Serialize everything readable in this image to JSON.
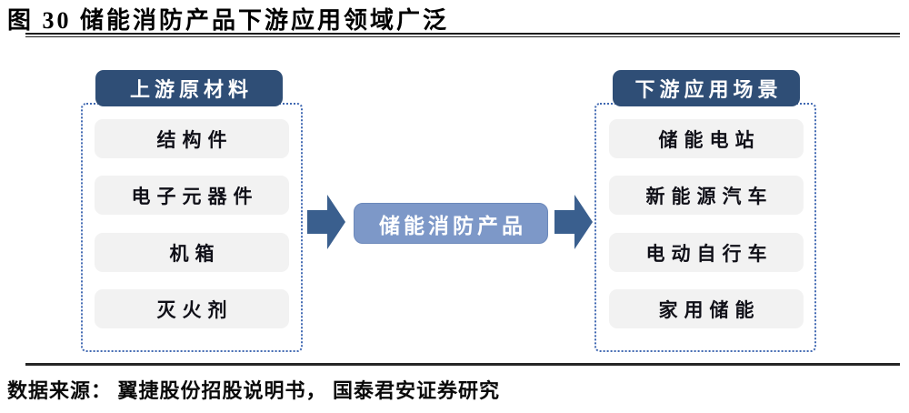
{
  "figure": {
    "title": "图 30 储能消防产品下游应用领域广泛",
    "source": "数据来源： 翼捷股份招股说明书， 国泰君安证券研究"
  },
  "diagram": {
    "upstream": {
      "header": "上游原材料",
      "items": [
        "结构件",
        "电子元器件",
        "机箱",
        "灭火剂"
      ]
    },
    "center": {
      "label": "储能消防产品"
    },
    "downstream": {
      "header": "下游应用场景",
      "items": [
        "储能电站",
        "新能源汽车",
        "电动自行车",
        "家用储能"
      ]
    }
  },
  "colors": {
    "header_bg": "#2F4E76",
    "center_bg": "#7D98C8",
    "arrow": "#3A5F8E",
    "dotted_border": "#4169B2",
    "item_bg": "#F2F2F2"
  }
}
